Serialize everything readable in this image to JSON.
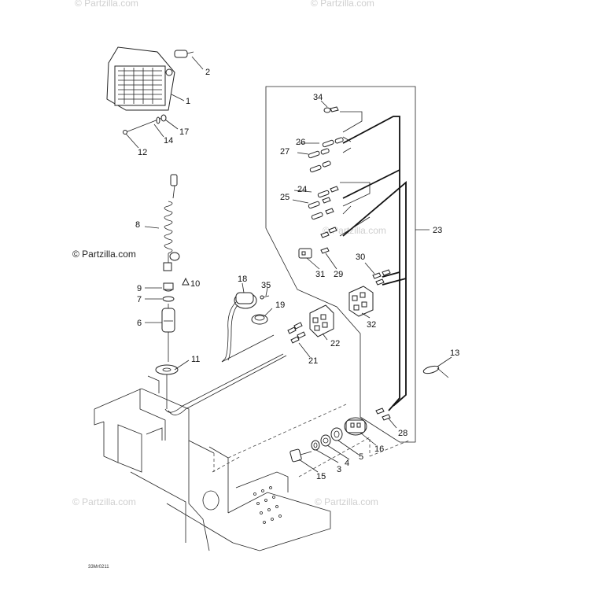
{
  "diagram": {
    "callouts": [
      "1",
      "2",
      "3",
      "4",
      "5",
      "6",
      "7",
      "8",
      "9",
      "10",
      "11",
      "12",
      "13",
      "14",
      "15",
      "16",
      "17",
      "18",
      "19",
      "21",
      "22",
      "23",
      "24",
      "25",
      "26",
      "27",
      "28",
      "29",
      "30",
      "31",
      "32",
      "34",
      "35"
    ],
    "watermark_main": "© Partzilla.com",
    "watermark_faint": "© Partzilla.com",
    "drawing_code": "33Mr0211"
  }
}
